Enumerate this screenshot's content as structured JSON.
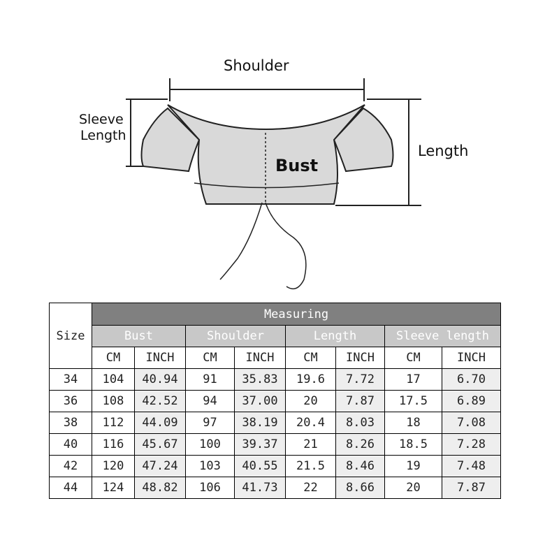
{
  "diagram": {
    "shoulder": "Shoulder",
    "sleeve_length": [
      "Sleeve",
      "Length"
    ],
    "length": "Length",
    "bust": "Bust"
  },
  "table": {
    "size_header": "Size",
    "measuring": "Measuring",
    "groups": [
      "Bust",
      "Shoulder",
      "Length",
      "Sleeve length"
    ],
    "units": [
      "CM",
      "INCH",
      "CM",
      "INCH",
      "CM",
      "INCH",
      "CM",
      "INCH"
    ],
    "rows": [
      [
        "34",
        "104",
        "40.94",
        "91",
        "35.83",
        "19.6",
        "7.72",
        "17",
        "6.70"
      ],
      [
        "36",
        "108",
        "42.52",
        "94",
        "37.00",
        "20",
        "7.87",
        "17.5",
        "6.89"
      ],
      [
        "38",
        "112",
        "44.09",
        "97",
        "38.19",
        "20.4",
        "8.03",
        "18",
        "7.08"
      ],
      [
        "40",
        "116",
        "45.67",
        "100",
        "39.37",
        "21",
        "8.26",
        "18.5",
        "7.28"
      ],
      [
        "42",
        "120",
        "47.24",
        "103",
        "40.55",
        "21.5",
        "8.46",
        "19",
        "7.48"
      ],
      [
        "44",
        "124",
        "48.82",
        "106",
        "41.73",
        "22",
        "8.66",
        "20",
        "7.87"
      ]
    ]
  }
}
